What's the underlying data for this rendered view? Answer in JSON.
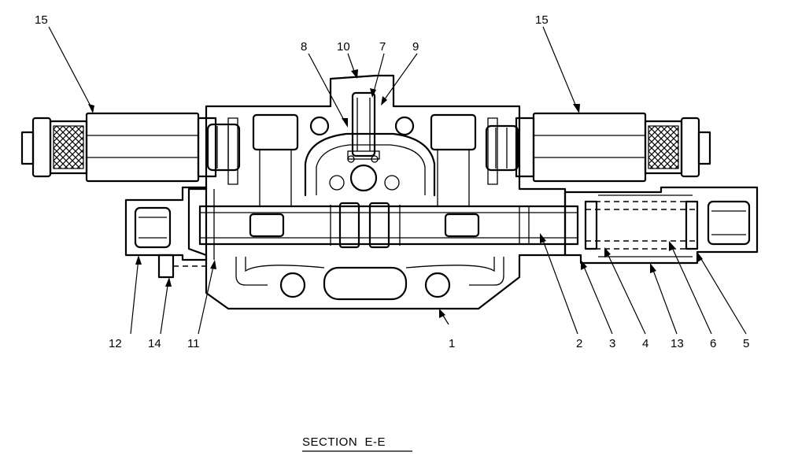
{
  "diagram": {
    "caption": "SECTION  E-E",
    "part_labels": [
      {
        "id": "15-left",
        "text": "15"
      },
      {
        "id": "15-right",
        "text": "15"
      },
      {
        "id": "8",
        "text": "8"
      },
      {
        "id": "10",
        "text": "10"
      },
      {
        "id": "7",
        "text": "7"
      },
      {
        "id": "9",
        "text": "9"
      },
      {
        "id": "12",
        "text": "12"
      },
      {
        "id": "14",
        "text": "14"
      },
      {
        "id": "11",
        "text": "11"
      },
      {
        "id": "1",
        "text": "1"
      },
      {
        "id": "2",
        "text": "2"
      },
      {
        "id": "3",
        "text": "3"
      },
      {
        "id": "4",
        "text": "4"
      },
      {
        "id": "13",
        "text": "13"
      },
      {
        "id": "6",
        "text": "6"
      },
      {
        "id": "5",
        "text": "5"
      }
    ]
  }
}
